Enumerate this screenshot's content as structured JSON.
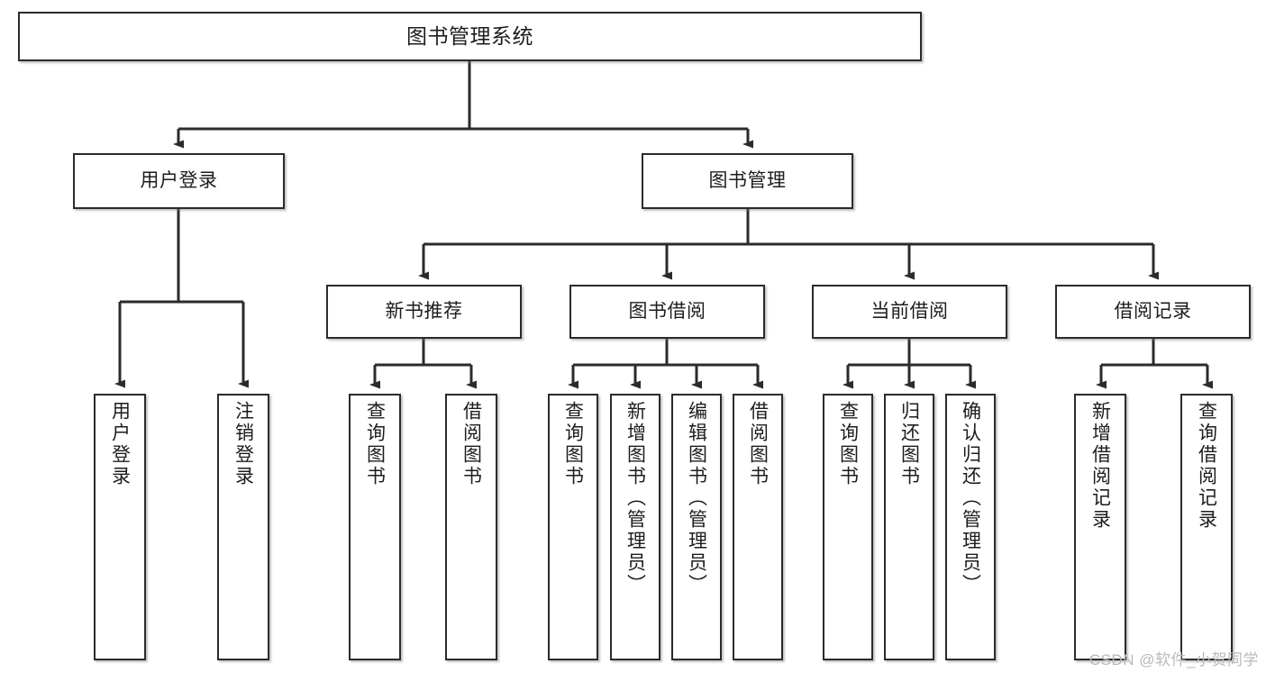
{
  "diagram": {
    "title": "图书管理系统",
    "watermark": "CSDN @软件_小贺同学",
    "line_color": "#2b2b2b",
    "box_border_color": "#2b2b2b",
    "box_fill_color": "#ffffff",
    "text_color": "#1d1d1d",
    "watermark_color": "#b9b9b9",
    "nodes": {
      "root": {
        "label": "图书管理系统"
      },
      "level2": [
        {
          "id": "user-login",
          "label": "用户登录"
        },
        {
          "id": "book-management",
          "label": "图书管理"
        }
      ],
      "level3": [
        {
          "id": "new-book-recommend",
          "label": "新书推荐"
        },
        {
          "id": "book-borrow",
          "label": "图书借阅"
        },
        {
          "id": "current-borrow",
          "label": "当前借阅"
        },
        {
          "id": "borrow-record",
          "label": "借阅记录"
        }
      ],
      "leaves": {
        "user-login": [
          {
            "id": "leaf-user-login",
            "label": "用户登录"
          },
          {
            "id": "leaf-logout-login",
            "label": "注销登录"
          }
        ],
        "new-book-recommend": [
          {
            "id": "leaf-query-book-1",
            "label": "查询图书"
          },
          {
            "id": "leaf-borrow-book-1",
            "label": "借阅图书"
          }
        ],
        "book-borrow": [
          {
            "id": "leaf-query-book-2",
            "label": "查询图书"
          },
          {
            "id": "leaf-add-book",
            "label": "新增图书（管理员）"
          },
          {
            "id": "leaf-edit-book",
            "label": "编辑图书（管理员）"
          },
          {
            "id": "leaf-borrow-book-2",
            "label": "借阅图书"
          }
        ],
        "current-borrow": [
          {
            "id": "leaf-query-book-3",
            "label": "查询图书"
          },
          {
            "id": "leaf-return-book",
            "label": "归还图书"
          },
          {
            "id": "leaf-confirm-return",
            "label": "确认归还（管理员）"
          }
        ],
        "borrow-record": [
          {
            "id": "leaf-add-record",
            "label": "新增借阅记录"
          },
          {
            "id": "leaf-query-record",
            "label": "查询借阅记录"
          }
        ]
      }
    }
  }
}
